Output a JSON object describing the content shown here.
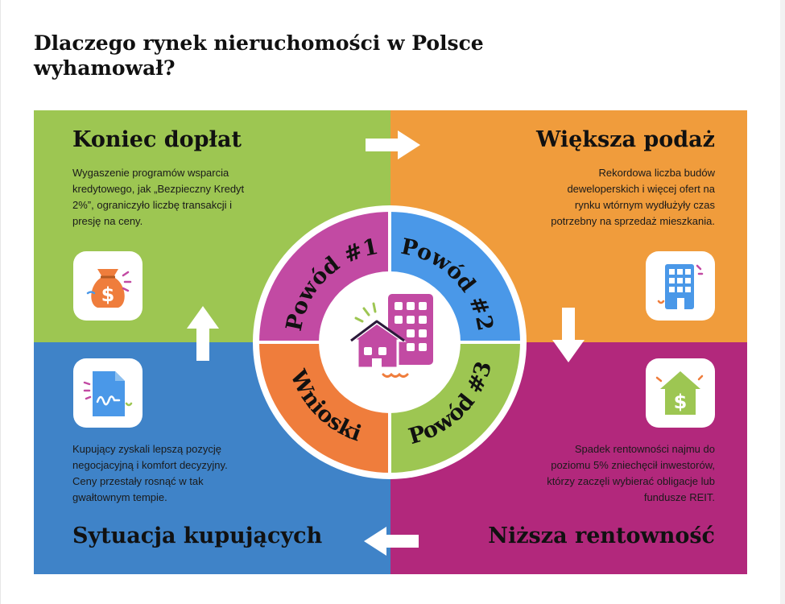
{
  "title": "Dlaczego rynek nieruchomości w Polsce wyhamował?",
  "sections": {
    "top_left": {
      "heading": "Koniec dopłat",
      "lines": [
        "Wygaszenie programów wsparcia",
        "kredytowego, jak „Bezpieczny Kredyt",
        "2%”, ograniczyło liczbę transakcji i",
        "presję na ceny."
      ],
      "icon": "money-bag-icon",
      "color": "#9dc652"
    },
    "top_right": {
      "heading": "Większa podaż",
      "lines": [
        "Rekordowa liczba budów",
        "deweloperskich i więcej ofert na",
        "rynku wtórnym wydłużyły czas",
        "potrzebny na sprzedaż mieszkania."
      ],
      "icon": "office-building-icon",
      "color": "#f09c3c"
    },
    "bottom_right": {
      "heading": "Niższa rentowność",
      "lines": [
        "Spadek rentowności najmu do",
        "poziomu 5% zniechęcił inwestorów,",
        "którzy zaczęli wybierać obligacje lub",
        "fundusze REIT."
      ],
      "icon": "house-dollar-icon",
      "color": "#b2287c"
    },
    "bottom_left": {
      "heading": "Sytuacja kupujących",
      "lines": [
        "Kupujący zyskali lepszą pozycję",
        "negocjacyjną i komfort decyzyjny.",
        "Ceny przestały rosnąć w tak",
        "gwałtownym tempie."
      ],
      "icon": "signed-document-icon",
      "color": "#3f83c8"
    }
  },
  "wheel": {
    "segments": [
      {
        "label": "Powód #1",
        "color": "#c24aa3"
      },
      {
        "label": "Powód #2",
        "color": "#4a98e8"
      },
      {
        "label": "Powód #3",
        "color": "#9dc652"
      },
      {
        "label": "Wnioski",
        "color": "#ef7d3c"
      }
    ],
    "center_icon": "house-and-building-icon"
  }
}
